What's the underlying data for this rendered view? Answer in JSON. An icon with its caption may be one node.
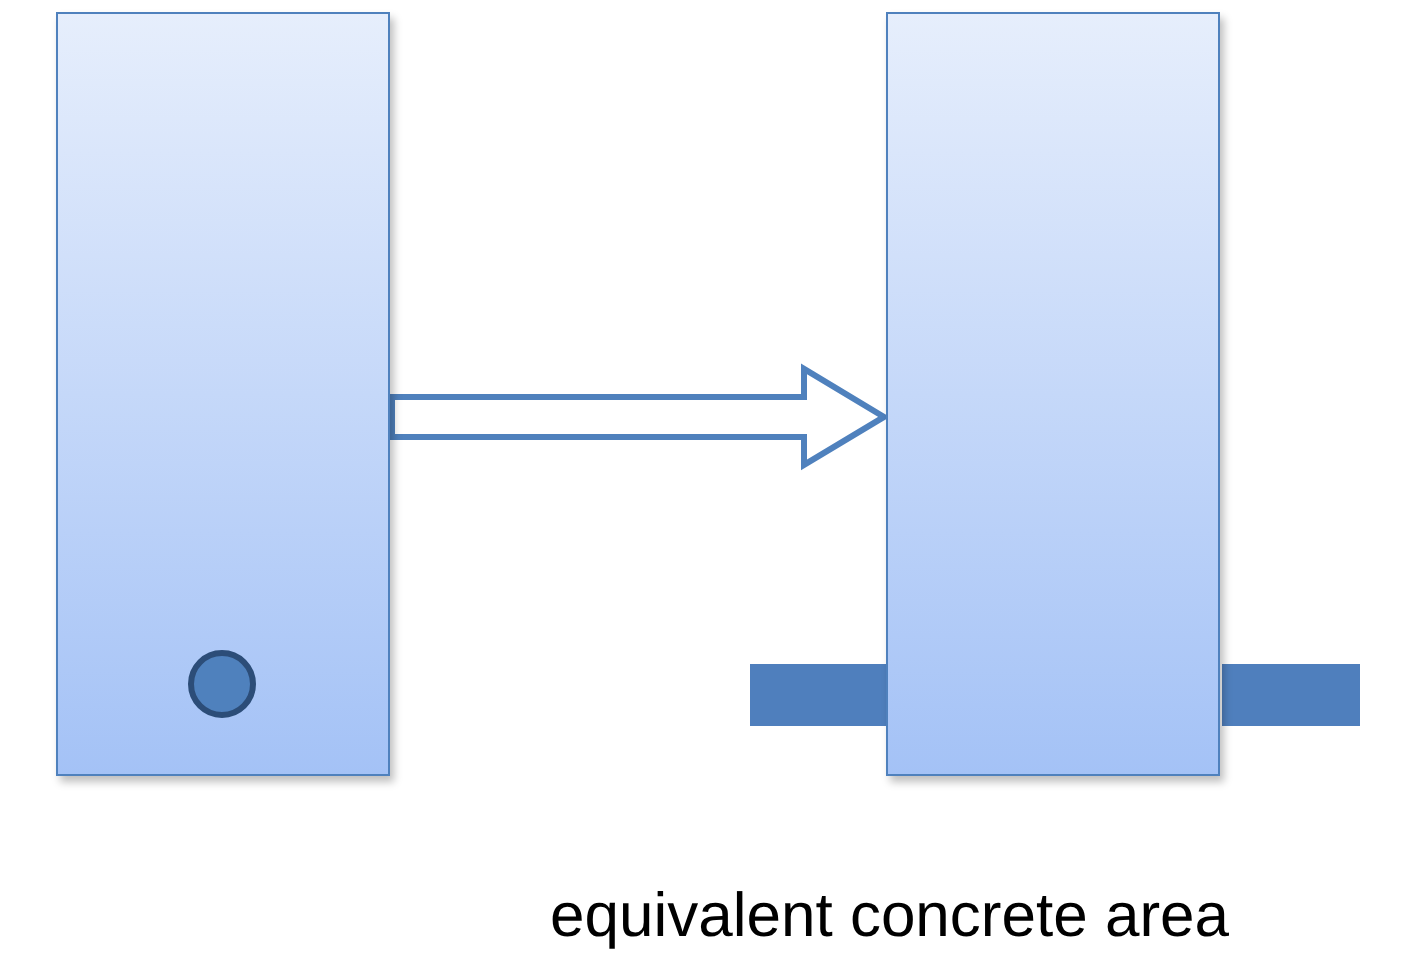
{
  "diagram": {
    "nodes": [
      {
        "text": [],
        "shape": "box"
      },
      {
        "text": [],
        "shape": "circle",
        "in": 0
      },
      {
        "text": [],
        "shape": "box"
      },
      {
        "text": [],
        "shape": "bar"
      },
      {
        "text": [],
        "shape": "bar"
      }
    ],
    "edges": [
      {
        "from": 0,
        "to": 2,
        "arrow": "to"
      }
    ],
    "labels": [
      "equivalent concrete area"
    ]
  }
}
